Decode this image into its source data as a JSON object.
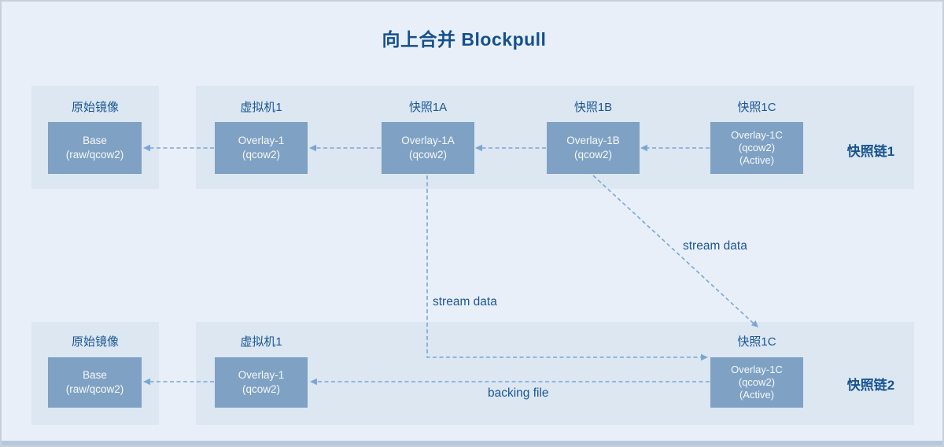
{
  "title": "向上合并 Blockpull",
  "colors": {
    "background": "#e9eff9",
    "panel": "#dce7f2",
    "node_fill": "#7fa1c3",
    "node_text": "#f6f9fc",
    "label_text": "#1a5693",
    "dashed_line": "#7ba6d2",
    "bottom_strip": "#b5c9dc"
  },
  "chains": [
    {
      "name": "快照链1",
      "origin": {
        "label": "原始镜像",
        "box": [
          "Base",
          "(raw/qcow2)"
        ]
      },
      "nodes": [
        {
          "label": "虚拟机1",
          "box": [
            "Overlay-1",
            "(qcow2)"
          ]
        },
        {
          "label": "快照1A",
          "box": [
            "Overlay-1A",
            "(qcow2)"
          ]
        },
        {
          "label": "快照1B",
          "box": [
            "Overlay-1B",
            "(qcow2)"
          ]
        },
        {
          "label": "快照1C",
          "box": [
            "Overlay-1C",
            "(qcow2)",
            "(Active)"
          ]
        }
      ]
    },
    {
      "name": "快照链2",
      "origin": {
        "label": "原始镜像",
        "box": [
          "Base",
          "(raw/qcow2)"
        ]
      },
      "nodes": [
        {
          "label": "虚拟机1",
          "box": [
            "Overlay-1",
            "(qcow2)"
          ]
        },
        {
          "label": "快照1C",
          "box": [
            "Overlay-1C",
            "(qcow2)",
            "(Active)"
          ]
        }
      ]
    }
  ],
  "annotations": {
    "stream_data_diag": "stream data",
    "stream_data_elbow": "stream data",
    "backing_file": "backing file"
  }
}
